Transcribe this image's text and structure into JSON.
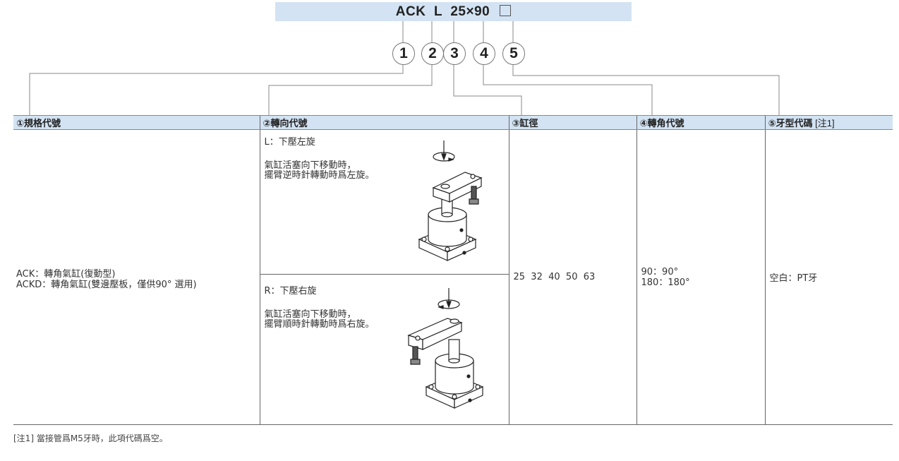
{
  "model_code": {
    "parts": [
      "ACK",
      "L",
      "25",
      "×",
      "90"
    ],
    "display": "ACK  L  25×90",
    "blank_box": "□",
    "background_color": "#d3e3f3"
  },
  "callouts": [
    "1",
    "2",
    "3",
    "4",
    "5"
  ],
  "table": {
    "headers": [
      {
        "label": "①規格代號"
      },
      {
        "label": "②轉向代號"
      },
      {
        "label": "③缸徑"
      },
      {
        "label": "④轉角代號"
      },
      {
        "label": "⑤牙型代碼",
        "note": "[注1]"
      }
    ],
    "spec_codes": [
      "ACK：轉角氣缸(復動型)",
      "ACKD：轉角氣缸(雙邊壓板，僅供90°  選用)"
    ],
    "directions": [
      {
        "code_label": "L：下壓左旋",
        "desc_line1": "氣缸活塞向下移動時，",
        "desc_line2": "擺臂逆時針轉動時爲左旋。",
        "icon": "rotary-clamp-cylinder-left-icon"
      },
      {
        "code_label": "R：下壓右旋",
        "desc_line1": "氣缸活塞向下移動時，",
        "desc_line2": "擺臂順時針轉動時爲右旋。",
        "icon": "rotary-clamp-cylinder-right-icon"
      }
    ],
    "bore_sizes": "25  32  40  50  63",
    "angles": [
      "90：90°",
      "180：180°"
    ],
    "thread": "空白：PT牙"
  },
  "footnote": "[注1] 當接管爲M5牙時，此項代碼爲空。"
}
